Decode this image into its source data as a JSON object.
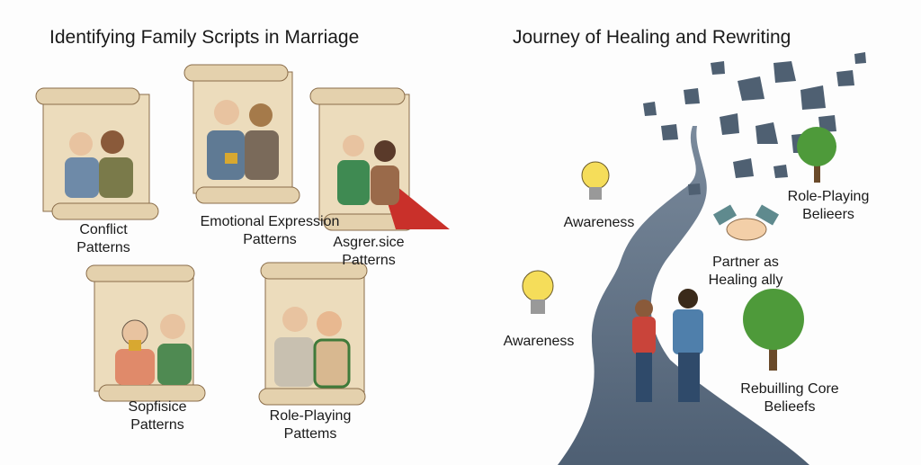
{
  "left_panel": {
    "title": "Identifying Family Scripts in Marriage",
    "scrolls": [
      {
        "line1": "Conflict",
        "line2": "Patterns"
      },
      {
        "line1": "Emotional Expression",
        "line2": "Patterns"
      },
      {
        "line1": "Asgrer.sice",
        "line2": "Patterns"
      },
      {
        "line1": "Sopfisice",
        "line2": "Patterns"
      },
      {
        "line1": "Role-Playing",
        "line2": "Pattems"
      }
    ]
  },
  "right_panel": {
    "title": "Journey of Healing and Rewriting",
    "milestones": [
      {
        "line1": "Awareness",
        "icon": "lightbulb-icon"
      },
      {
        "line1": "Awareness",
        "icon": "lightbulb-icon"
      },
      {
        "line1": "Partner as",
        "line2": "Healing ally",
        "icon": "handshake-icon"
      },
      {
        "line1": "Role-Playing",
        "line2": "Belieers",
        "icon": "tree-icon"
      },
      {
        "line1": "Rebuilling Core",
        "line2": "Belieefs",
        "icon": "tree-icon"
      }
    ]
  },
  "colors": {
    "parchment": "#e8d8b8",
    "road": "#5f7185",
    "bulb": "#f5dd5a",
    "tree": "#4e9a3a"
  }
}
